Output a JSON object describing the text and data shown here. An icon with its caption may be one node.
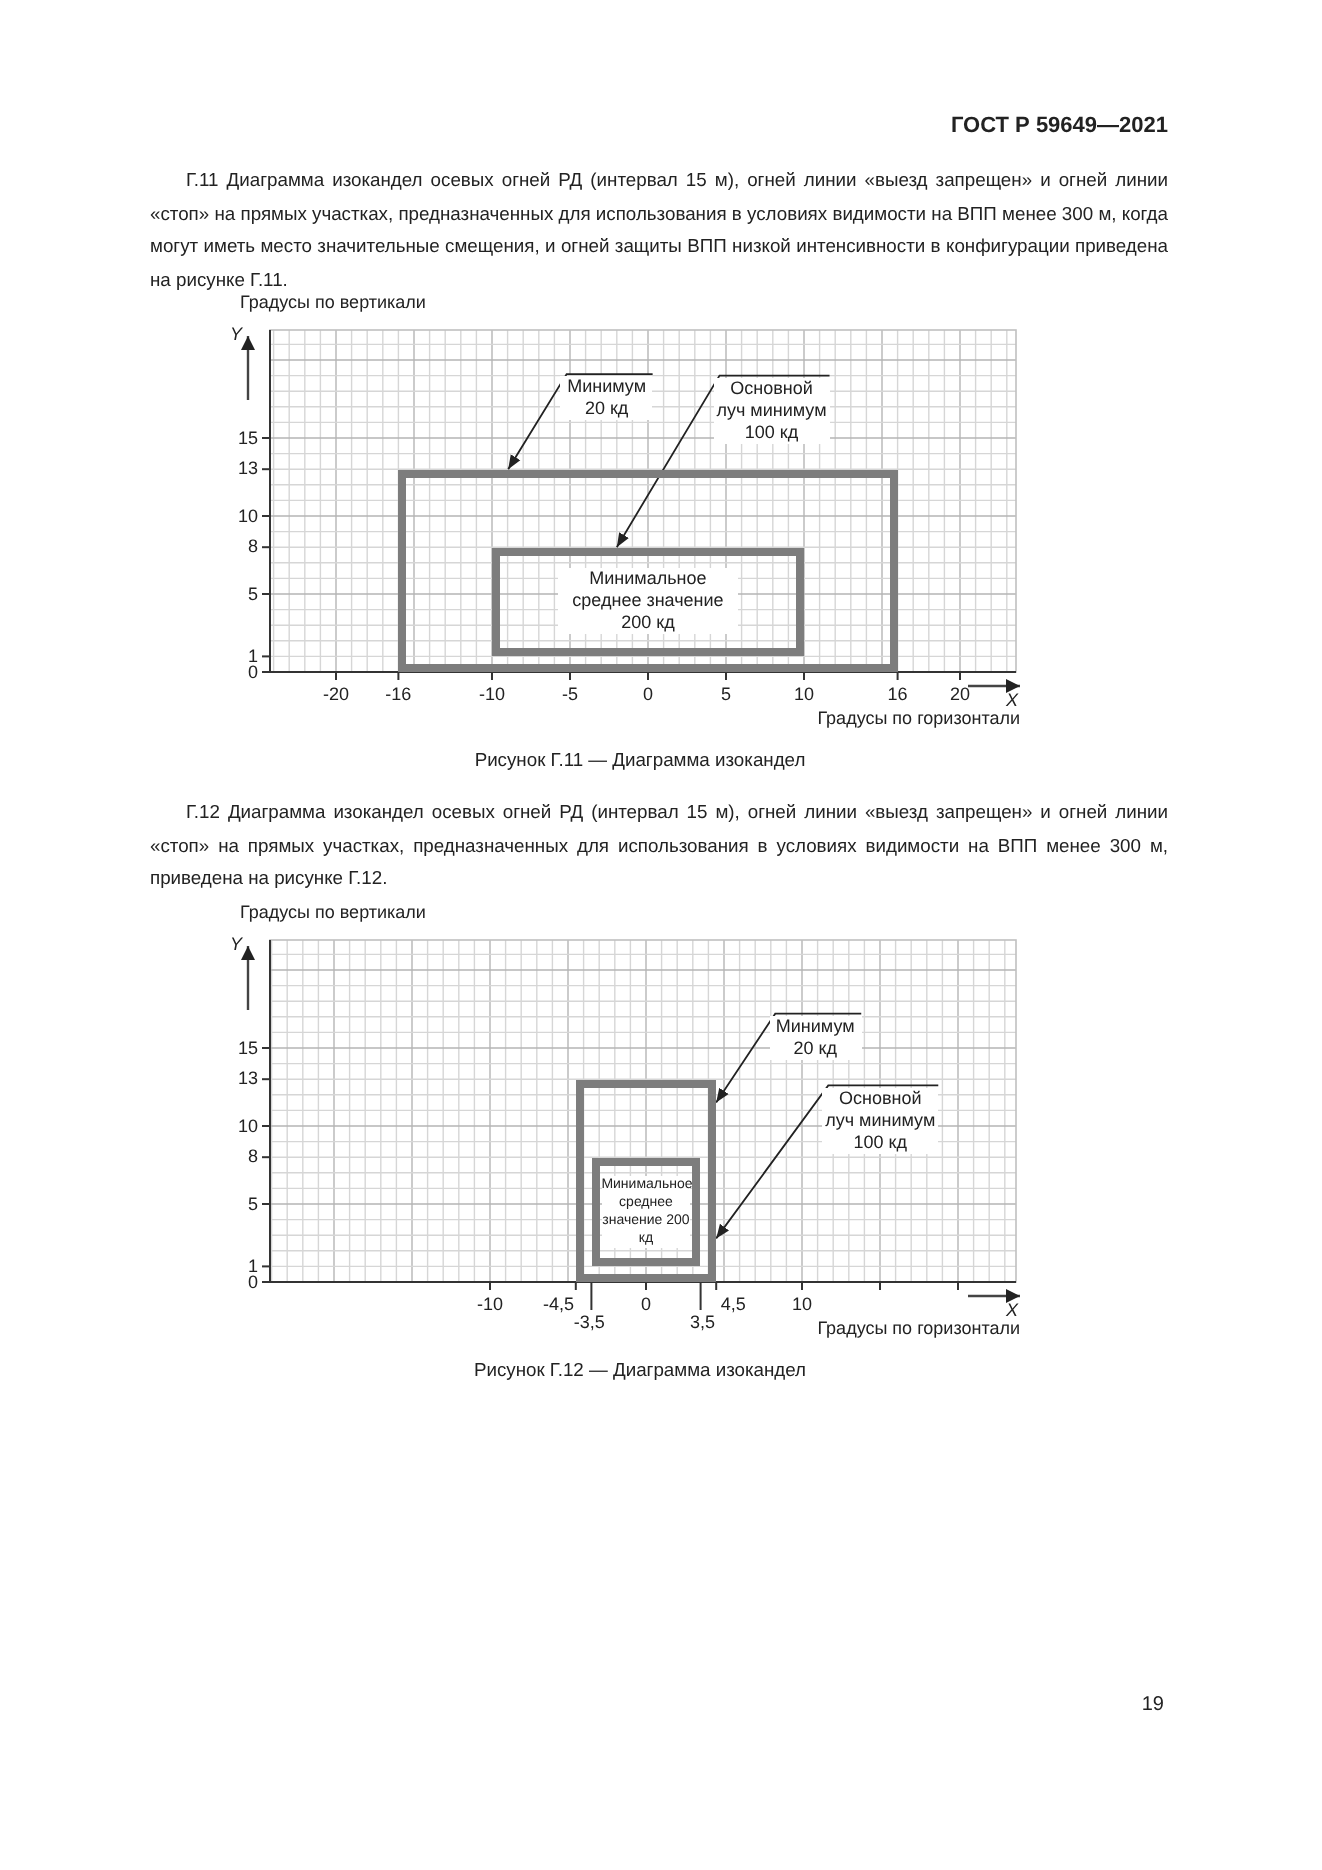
{
  "diagram": {
    "nodes": [
      {
        "text": [],
        "shape": "box"
      },
      {
        "text": [
          "Минимальное среднее значение 200 кд"
        ],
        "in": 0
      },
      {
        "text": [
          "Минимум 20 кд"
        ]
      },
      {
        "text": [
          "Основной луч минимум 100 кд"
        ]
      },
      {
        "text": [],
        "shape": "box"
      },
      {
        "text": [
          "Минимальное среднее значение 200 кд"
        ],
        "in": 4
      },
      {
        "text": [
          "Минимум 20 кд"
        ]
      },
      {
        "text": [
          "Основной луч минимум 100 кд"
        ]
      }
    ],
    "edges": [
      {
        "from": 2,
        "to": 0,
        "arrow": "to"
      },
      {
        "from": 3,
        "to": 1,
        "arrow": "to"
      },
      {
        "from": 6,
        "to": 4,
        "arrow": "to"
      },
      {
        "from": 7,
        "to": 4,
        "arrow": "to"
      }
    ],
    "labels": [
      "ГОСТ Р 59649—2021",
      "Г.11 Диаграмма изокандел осевых огней РД (интервал 15 м), огней линии «выезд запрещен» и огней линии «стоп» на прямых участках, предназначенных для использования в условиях видимости на ВПП менее 300 м, когда могут иметь место значительные смещения, и огней защиты ВПП низкой интенсивности в конфигурации приведена на рисунке Г.11.",
      "Градусы по вертикали",
      "Y",
      "15",
      "13",
      "10",
      "8",
      "5",
      "1",
      "0",
      "-20",
      "-16",
      "-10",
      "-5",
      "0",
      "5",
      "10",
      "16",
      "20",
      "X",
      "Градусы по горизонтали",
      "Рисунок Г.11 — Диаграмма изокандел",
      "Г.12 Диаграмма изокандел осевых огней РД (интервал 15 м), огней линии «выезд запрещен» и огней линии «стоп» на прямых участках, предназначенных для использования в условиях видимости на ВПП менее 300 м, приведена на рисунке Г.12.",
      "Градусы по вертикали",
      "Y",
      "15",
      "13",
      "10",
      "8",
      "5",
      "1",
      "0",
      "-10",
      "-4,5",
      "0",
      "4,5",
      "10",
      "X",
      "-3,5",
      "3,5",
      "Градусы по горизонтали",
      "Рисунок Г.12 — Диаграмма изокандел",
      "19"
    ]
  }
}
